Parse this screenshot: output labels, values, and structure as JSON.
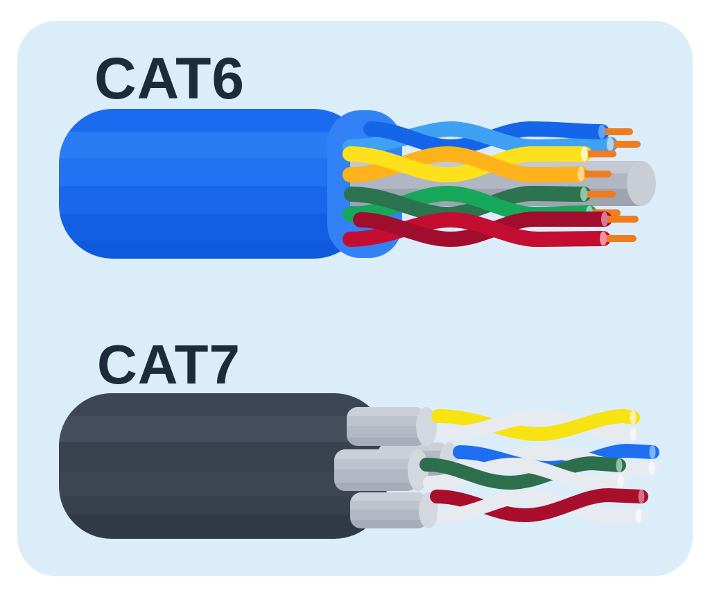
{
  "cables": [
    {
      "label": "CAT6",
      "type": "UTP twisted-pair cable, blue jacket",
      "pair_count": 4,
      "pair_names": [
        "blue",
        "yellow",
        "green",
        "red"
      ],
      "has_center_spline": true,
      "conductor_tips_visible": 8
    },
    {
      "label": "CAT7",
      "type": "Shielded twisted-pair cable, dark jacket",
      "pair_count": 4,
      "pair_names": [
        "yellow-white",
        "blue-white",
        "green-white",
        "red-white"
      ],
      "shield_tube_count": 4,
      "has_center_spline": false
    }
  ],
  "colors": {
    "page-bg": "#ffffff",
    "card-bg": "#dcedfa",
    "title": "#1d2b3c",
    "cat6-jacket-1": "#1b6af0",
    "cat6-jacket-2": "#2a7cf5",
    "cat6-jacket-3": "#2173f2",
    "cat6-jacket-4": "#1a67ec",
    "cat6-jacket-5": "#135fe3",
    "cat6-jacket-6": "#0e59dc",
    "cat6-opening": "#3282f5",
    "wire-blue-dark": "#1565e8",
    "wire-blue-light": "#3fa1f4",
    "wire-yellow": "#fee11a",
    "wire-amber": "#ffb219",
    "wire-green-dark": "#2c7350",
    "wire-green-light": "#17a75a",
    "wire-red-dark": "#a10e2d",
    "wire-red-bright": "#c30e31",
    "copper-tip": "#ee7d22",
    "spline-base": "#b0b6c2",
    "spline-light": "#c3c8d1",
    "spline-dark": "#9da3af",
    "spline-cap": "#c9ced6",
    "cap-blue-dark": "#5fa4f6",
    "cap-blue-light": "#a8d4fa",
    "cap-yellow": "#fdf3c0",
    "cap-amber": "#ffd98e",
    "cap-green-dark": "#8ec4a8",
    "cap-green-light": "#7fdcab",
    "cap-red-dark": "#d87b90",
    "cap-red-bright": "#ef93a5",
    "cat7-jacket-1": "#3d4654",
    "cat7-jacket-2": "#454e5c",
    "cat7-jacket-3": "#3a4250",
    "cat7-jacket-4": "#3e4653",
    "cat7-jacket-5": "#39414e",
    "cat7-jacket-6": "#333a47",
    "tube-base": "#b3b9c4",
    "tube-light": "#cbd0d8",
    "tube-mid": "#bdc3cd",
    "tube-dark": "#a6acb8",
    "tube-cap": "#d3d7de",
    "wire-white": "#e7eaef",
    "cap-white": "#f4f6f9",
    "wire-c7-yellow": "#f7e212",
    "wire-c7-blue": "#1e6ef0",
    "wire-c7-green": "#2d6f4c",
    "wire-c7-red": "#a90e2d",
    "cap-c7-yellow": "#fdf0b0",
    "cap-c7-blue": "#7db3f7",
    "cap-c7-green": "#8cc3a6",
    "cap-c7-red": "#d4708a"
  }
}
